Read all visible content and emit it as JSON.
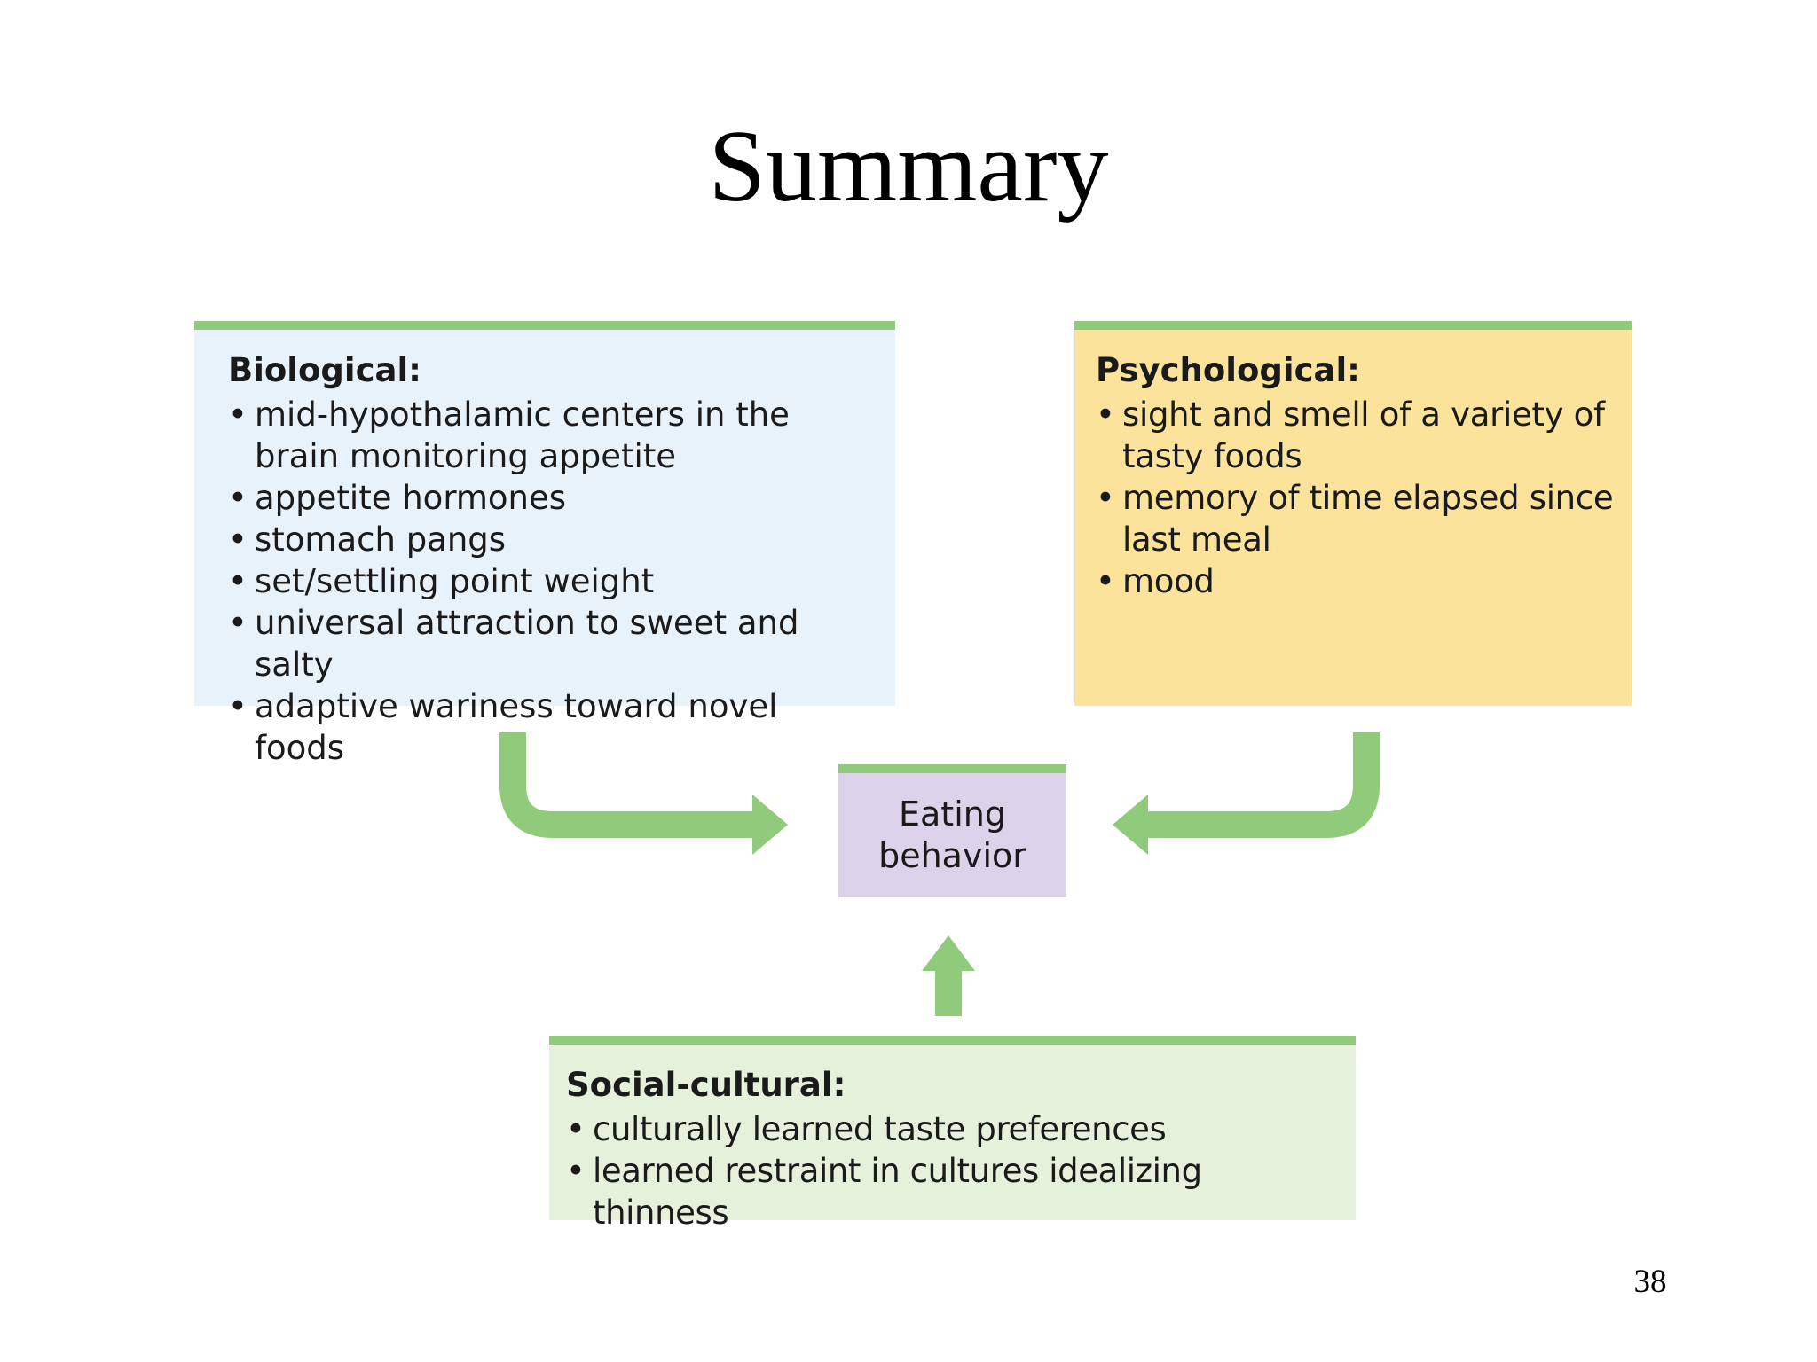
{
  "slide": {
    "title": "Summary",
    "page_number": "38"
  },
  "diagram": {
    "biological": {
      "heading": "Biological:",
      "items": [
        "mid-hypothalamic centers in the brain monitoring appetite",
        "appetite hormones",
        "stomach pangs",
        "set/settling point weight",
        "universal attraction to sweet and salty",
        "adaptive wariness toward novel foods"
      ]
    },
    "psychological": {
      "heading": "Psychological:",
      "items": [
        "sight and smell of a variety of tasty foods",
        "memory of time elapsed since last meal",
        "mood"
      ]
    },
    "center": {
      "label": "Eating behavior"
    },
    "social_cultural": {
      "heading": "Social-cultural:",
      "items": [
        "culturally learned taste preferences",
        "learned restraint in cultures idealizing thinness"
      ]
    },
    "colors": {
      "accent_green": "#8fcb7a",
      "biological_bg": "#e8f2fb",
      "psychological_bg": "#fbe39b",
      "center_bg": "#dcd3ea",
      "social_bg": "#e6f1dc"
    }
  }
}
